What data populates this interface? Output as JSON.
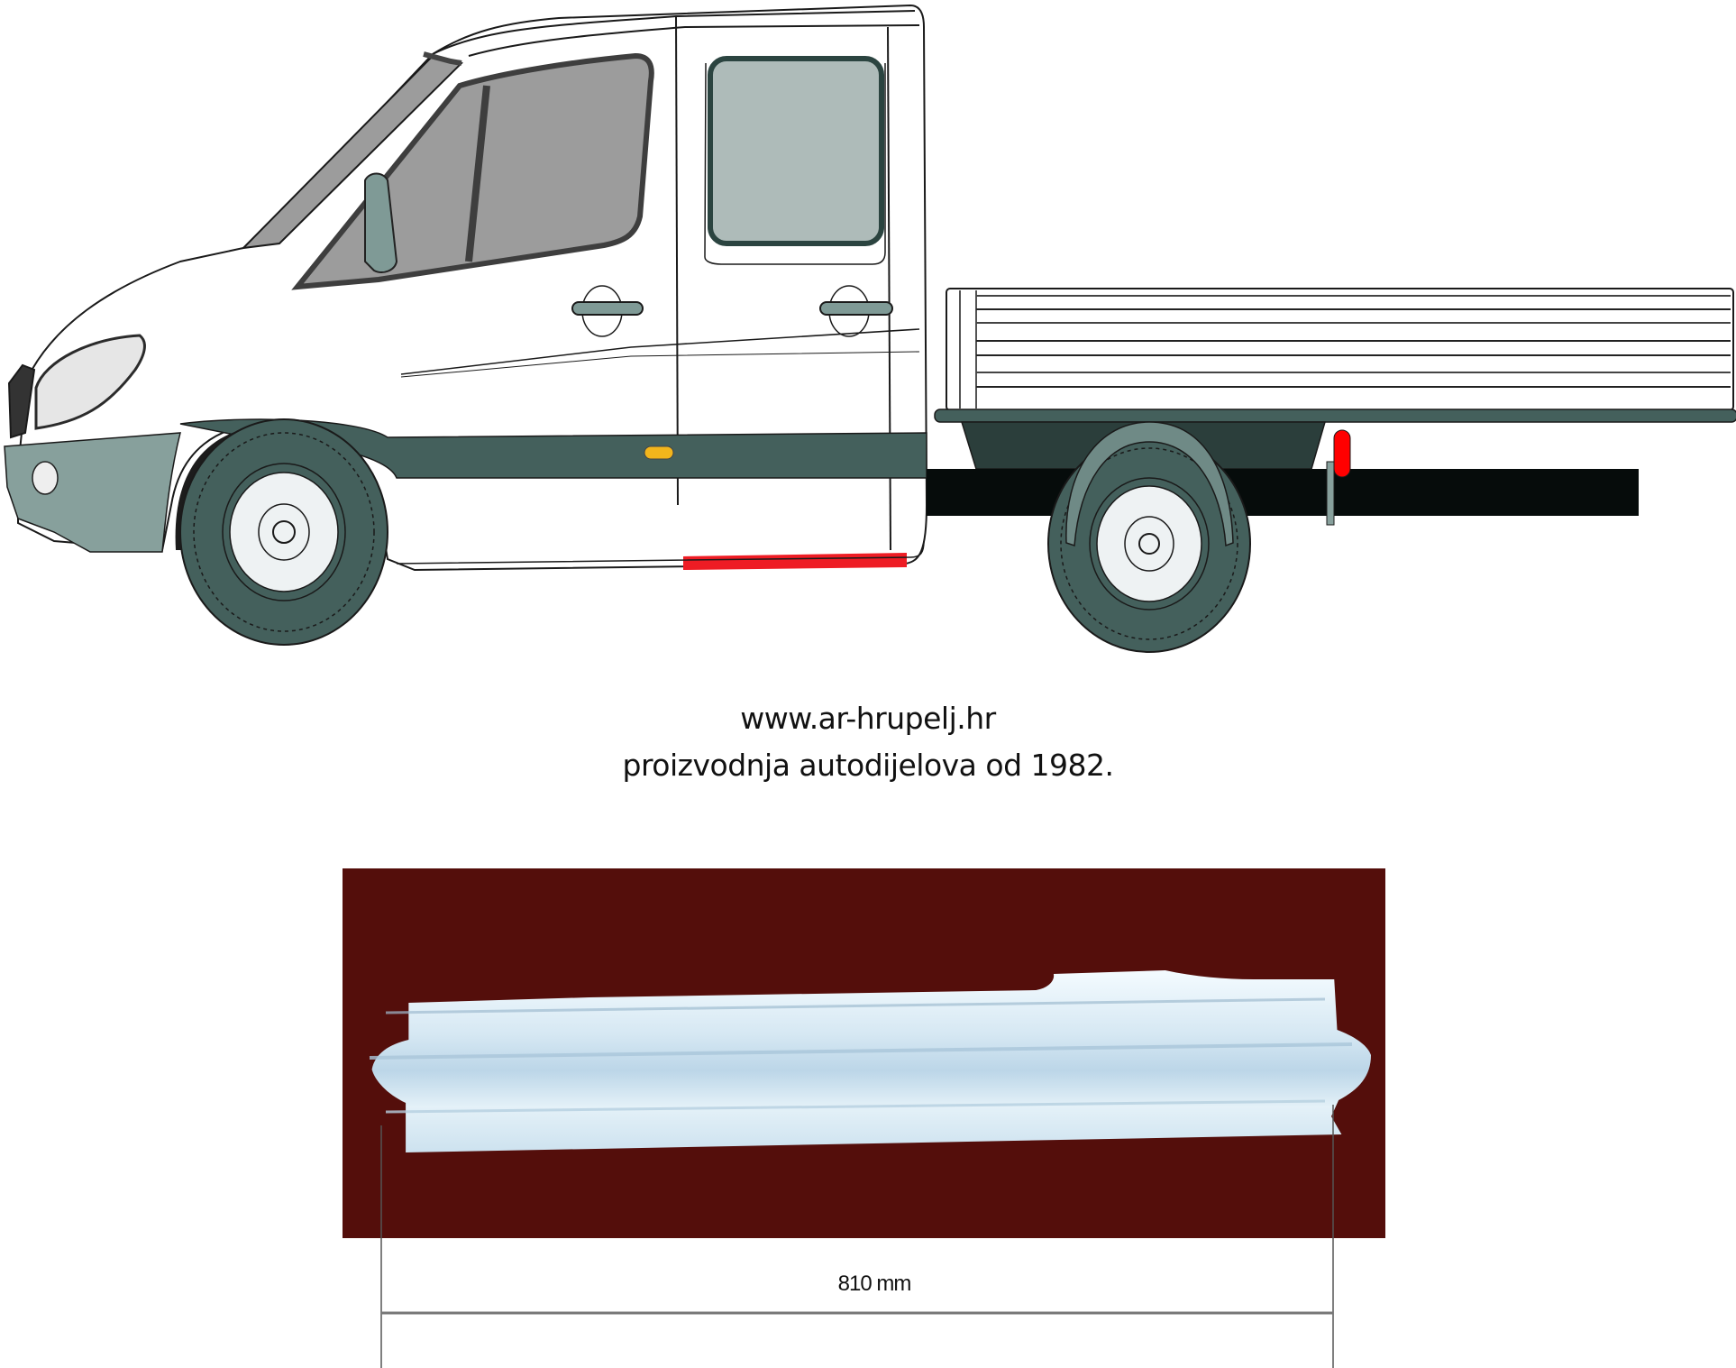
{
  "illustration": {
    "subject": "double cab pickup van side view (left side)",
    "highlighted_part": "rear door sill panel",
    "highlight_color": "#ee1c24",
    "body_color": "#ffffff",
    "trim_color": "#44605c",
    "bumper_color": "#87a09c",
    "glass_color_front": "#9c9c9c",
    "glass_color_rear": "#aebbb9",
    "chassis_color": "#060c0b",
    "indicator_color": "#f2b51c",
    "rear_light_color": "#ff0000"
  },
  "caption": {
    "url": "www.ar-hrupelj.hr",
    "tagline": "proizvodnja autodijelova od 1982."
  },
  "product_photo": {
    "background_color": "#540e0b",
    "part_color": "#dbe9f2"
  },
  "dimension": {
    "label": "810 mm"
  }
}
